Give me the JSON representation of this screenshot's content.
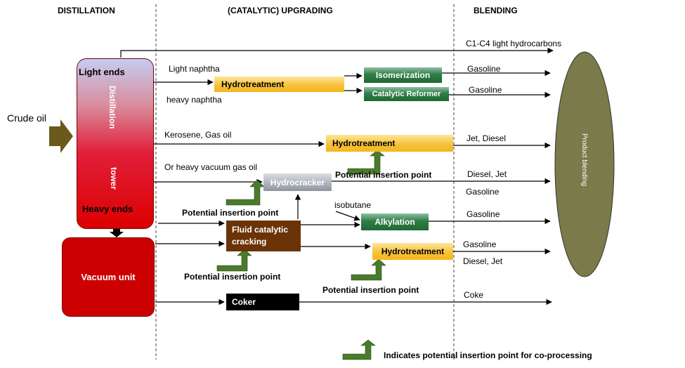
{
  "headers": {
    "distillation": "DISTILLATION",
    "upgrading": "(CATALYTIC) UPGRADING",
    "blending": "BLENDING"
  },
  "feed": {
    "crude_oil": "Crude oil"
  },
  "tower": {
    "light_ends": "Light ends",
    "distillation": "Distillation",
    "tower": "tower",
    "heavy_ends": "Heavy ends"
  },
  "vacuum_unit": "Vacuum unit",
  "streams": {
    "light_hc": "C1-C4 light hydrocarbons",
    "light_naphtha": "Light naphtha",
    "heavy_naphtha": "heavy naphtha",
    "kerosene": "Kerosene, Gas oil",
    "vgo": "Or heavy vacuum gas oil",
    "isobutane": "isobutane"
  },
  "units": {
    "hydrotreatment_1": "Hydrotreatment",
    "isomerization": "Isomerization",
    "catalytic_reformer": "Catalytic Reformer",
    "hydrotreatment_2": "Hydrotreatment",
    "hydrocracker": "Hydrocracker",
    "fcc": "Fluid catalytic cracking",
    "alkylation": "Alkylation",
    "hydrotreatment_3": "Hydrotreatment",
    "coker": "Coker"
  },
  "products": {
    "gasoline_1": "Gasoline",
    "gasoline_2": "Gasoline",
    "jet_diesel": "Jet, Diesel",
    "diesel_jet": "Diesel, Jet",
    "gasoline_3": "Gasoline",
    "gasoline_4": "Gasoline",
    "gasoline_5": "Gasoline",
    "diesel_jet_2": "Diesel, Jet",
    "coke": "Coke"
  },
  "insertion": {
    "p1": "Potential insertion point",
    "p2": "Potential insertion point",
    "p3": "Potential insertion point",
    "p4": "Potential insertion point"
  },
  "blending": "Product blending",
  "legend": "Indicates potential insertion point for co-processing",
  "colors": {
    "hydrotreatment": "#f2b61f",
    "green_unit": "#2f7d44",
    "hydrocracker": "#8e959d",
    "fcc": "#6b3308",
    "coker": "#000000",
    "tower": "#dc0000",
    "vacuum": "#cc0000",
    "blending_pool": "#7a7a4a",
    "insertion_arrow": "#4a7a2c",
    "feed_arrow": "#6b5a1e"
  }
}
